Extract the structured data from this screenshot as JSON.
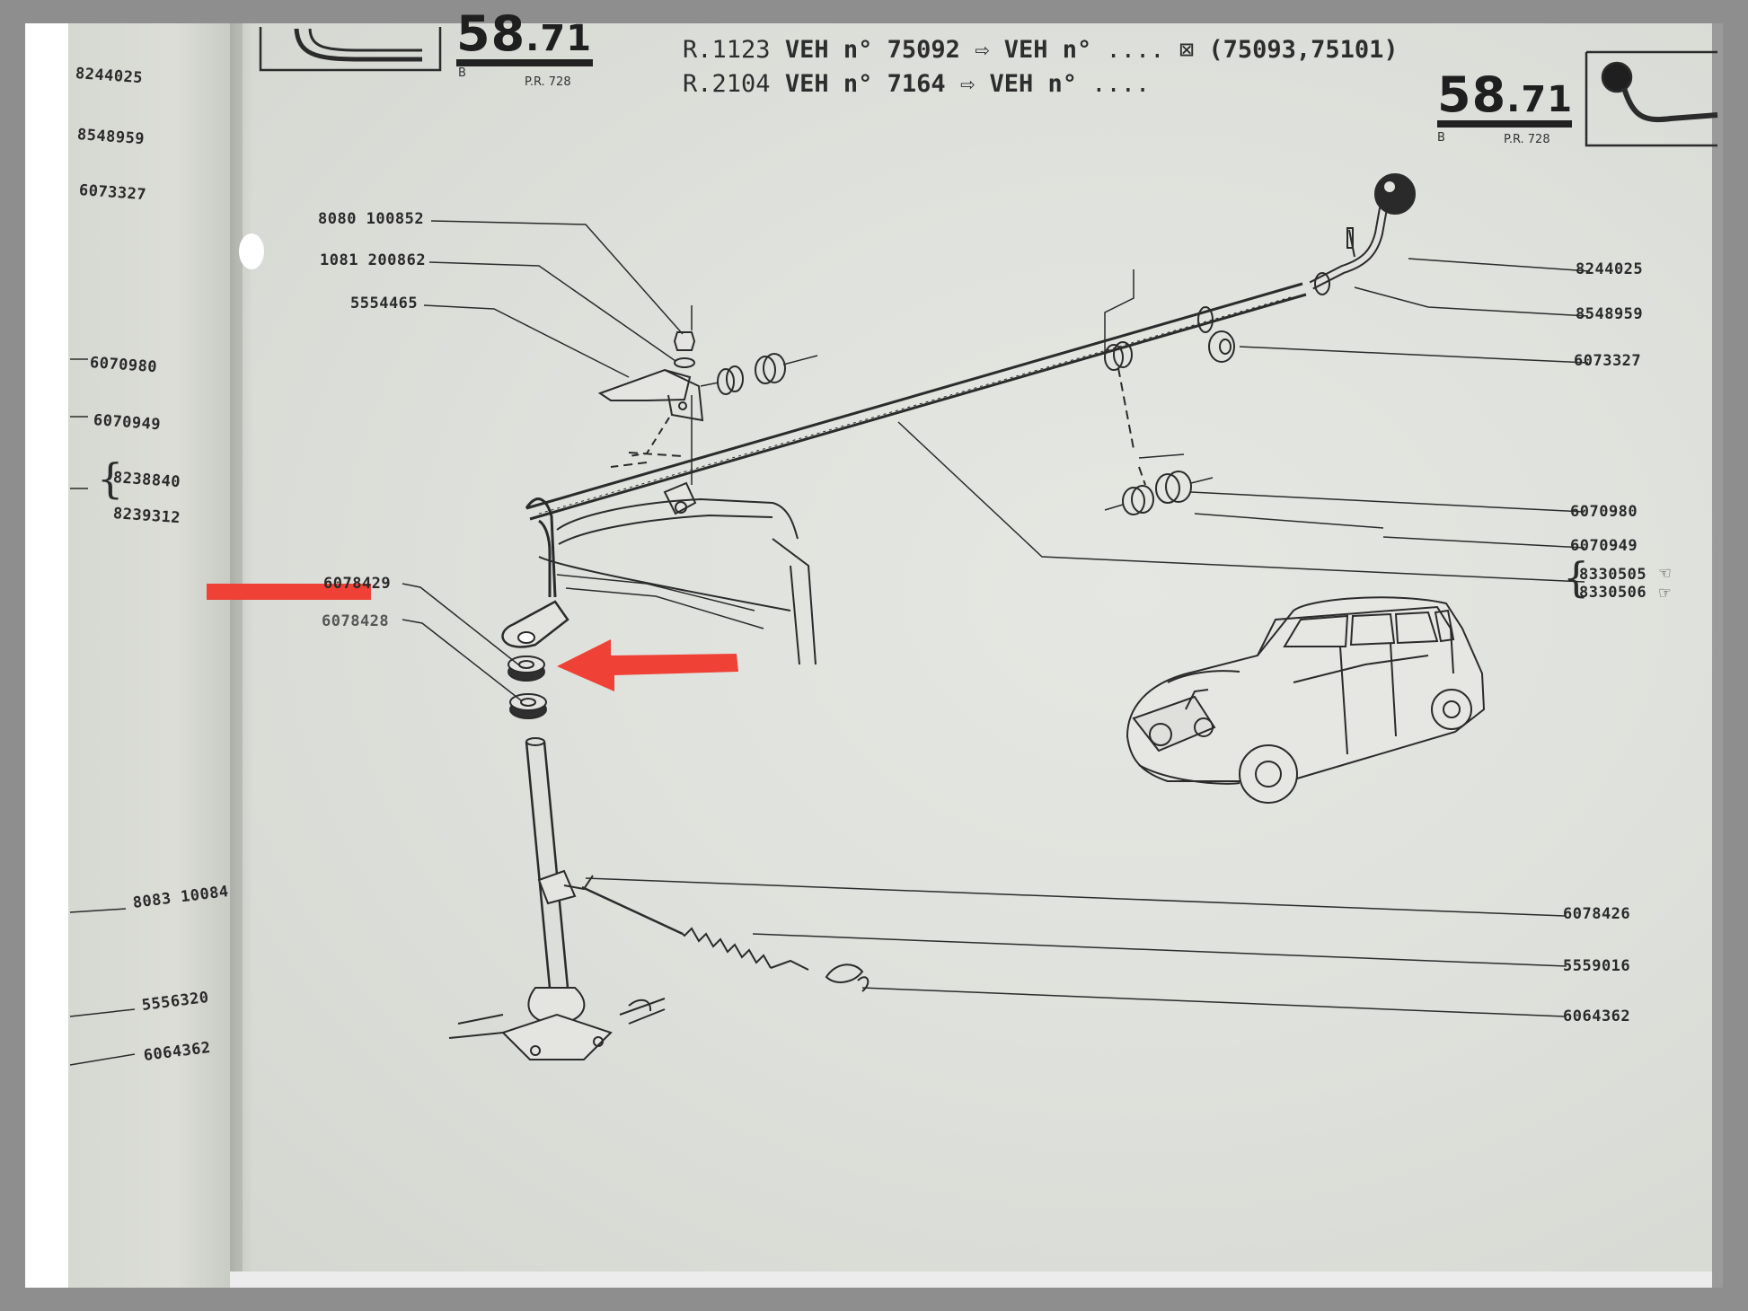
{
  "header": {
    "page_number_main": "58",
    "page_number_sub": "71",
    "page_suffix_letter": "B",
    "page_ref": "P.R. 728",
    "line1": {
      "model": "R.1123",
      "veh_label": "VEH n°",
      "veh_number": "75092",
      "range_label": "VEH n°",
      "range_dots": "....",
      "range_values": "(75093,75101)"
    },
    "line2": {
      "model": "R.2104",
      "veh_label": "VEH n°",
      "veh_number": "7164",
      "range_label": "VEH n°",
      "range_dots": "...."
    }
  },
  "left_page_parts": [
    "8244025",
    "8548959",
    "6073327",
    "6070980",
    "6070949",
    "8238840",
    "8239312",
    "8083 10084",
    "5556320",
    "6064362"
  ],
  "parts": {
    "p8080100852": "8080 100852",
    "p1081200862": "1081 200862",
    "p5554465": "5554465",
    "p8244025": "8244025",
    "p8548959": "8548959",
    "p6073327": "6073327",
    "p6070980": "6070980",
    "p6070949": "6070949",
    "p8330505": "8330505",
    "p8330506": "8330506",
    "p6078429": "6078429",
    "p6078428": "6078428",
    "p6078426": "6078426",
    "p5559016": "5559016",
    "p6064362": "6064362"
  },
  "icons": {
    "veh_arrow": "arrow-right-icon",
    "range_mark": "cancel-mark-icon",
    "left_hand": "left-hand-drive-icon",
    "right_hand": "right-hand-drive-icon"
  },
  "annotation": {
    "color": "#ef4136",
    "type": "red-arrow",
    "target": "washer-stack"
  }
}
